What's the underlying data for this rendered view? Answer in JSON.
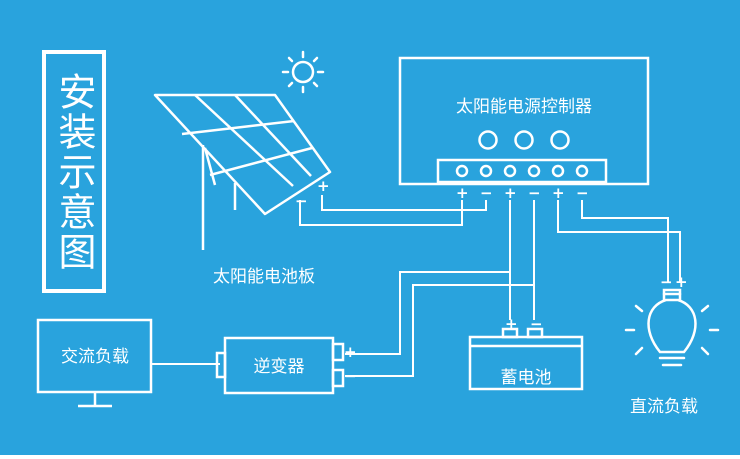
{
  "colors": {
    "background": "#29a3dd",
    "line": "#ffffff"
  },
  "title": "安装示意图",
  "controller": {
    "label": "太阳能电源控制器"
  },
  "panel": {
    "label": "太阳能电池板"
  },
  "ac_load": {
    "label": "交流负载"
  },
  "inverter": {
    "label": "逆变器"
  },
  "battery": {
    "label": "蓄电池"
  },
  "dc_load": {
    "label": "直流负载"
  },
  "symbols": {
    "plus": "+",
    "minus": "−"
  },
  "icons": [
    "sun-icon",
    "solar-panel-icon",
    "monitor-icon",
    "light-bulb-icon"
  ]
}
